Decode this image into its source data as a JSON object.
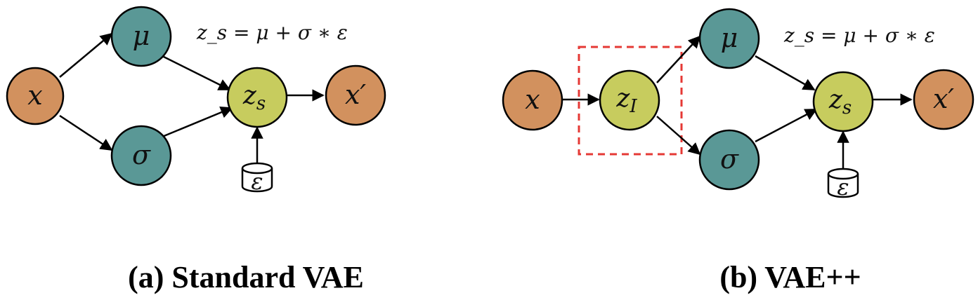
{
  "colors": {
    "input_node": "#d2915e",
    "param_node": "#5a9896",
    "latent_node": "#c7cc5e",
    "highlight_box": "#e53935"
  },
  "panel_a": {
    "caption": "(a) Standard VAE",
    "equation": "z_s = μ + σ ∗ ε",
    "nodes": {
      "x": "x",
      "mu": "μ",
      "sigma": "σ",
      "zs": "z",
      "zs_sub": "s",
      "xprime": "x′",
      "eps": "ε"
    }
  },
  "panel_b": {
    "caption": "(b) VAE++",
    "equation": "z_s = μ + σ ∗ ε",
    "nodes": {
      "x": "x",
      "zi": "z",
      "zi_sub": "I",
      "mu": "μ",
      "sigma": "σ",
      "zs": "z",
      "zs_sub": "s",
      "xprime": "x′",
      "eps": "ε"
    }
  }
}
